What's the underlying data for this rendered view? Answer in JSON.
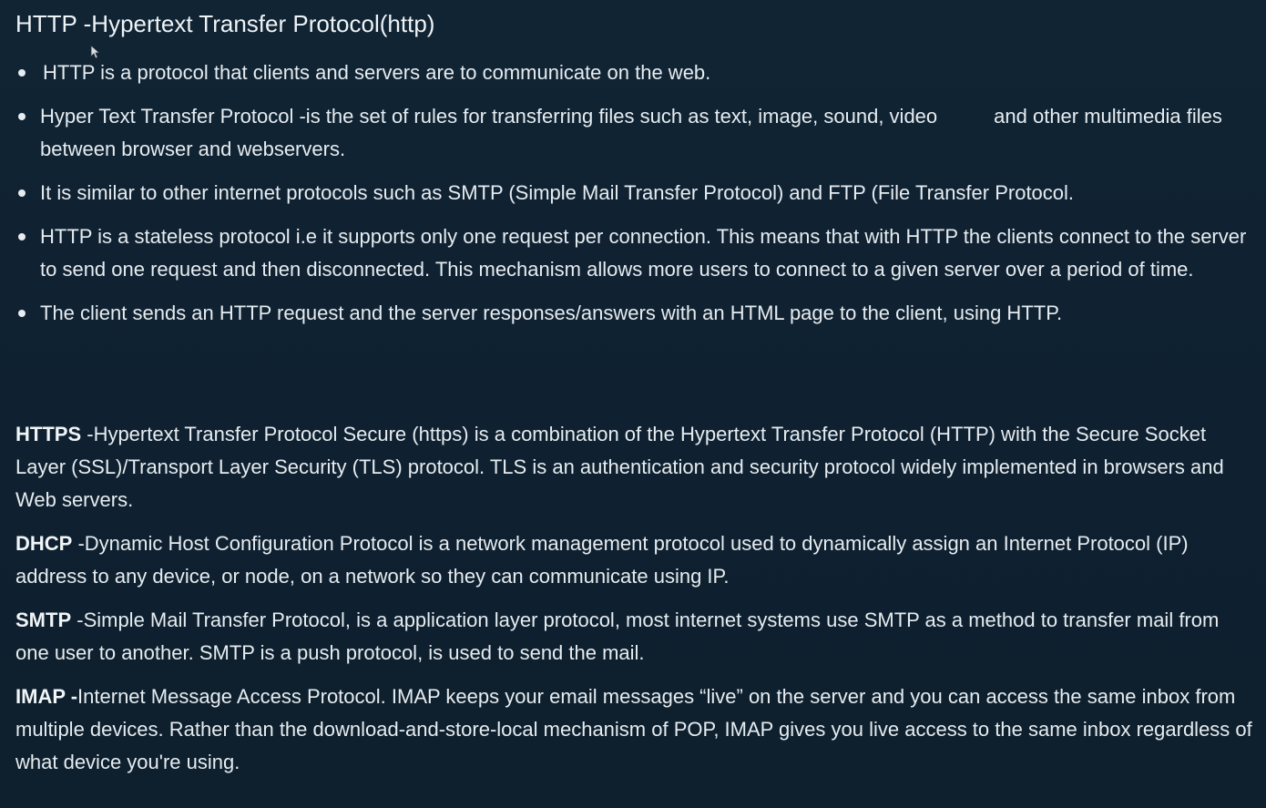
{
  "title": "HTTP -Hypertext Transfer Protocol(http)",
  "bullets": [
    {
      "text": "HTTP is a protocol that clients and servers are to communicate on the web."
    },
    {
      "text_a": "Hyper Text Transfer Protocol -is the set of rules for transferring files such as text, image, sound, video",
      "text_b": "and other multimedia files between browser and webservers."
    },
    {
      "text": "It is similar to other internet protocols such as SMTP (Simple Mail Transfer Protocol) and FTP (File Transfer Protocol."
    },
    {
      "text": "HTTP is a stateless protocol i.e it supports only one request per connection. This means that with HTTP the clients connect to the server to send one request and then disconnected. This mechanism allows more users to connect to a given server over a period of time."
    },
    {
      "text": "The client sends an HTTP request and the server responses/answers with an HTML page to the client, using HTTP."
    }
  ],
  "definitions": [
    {
      "term": "HTTPS",
      "text": " -Hypertext Transfer Protocol Secure (https) is a combination of the Hypertext Transfer Protocol (HTTP) with the Secure Socket Layer (SSL)/Transport Layer Security (TLS) protocol. TLS is an authentication and security protocol widely implemented in browsers and Web servers."
    },
    {
      "term": "DHCP",
      "text": " -Dynamic Host Configuration Protocol is a network management protocol used to dynamically assign an Internet Protocol (IP) address to any device, or node, on a network so they can communicate using IP."
    },
    {
      "term": "SMTP",
      "text": " -Simple Mail Transfer Protocol, is a application layer protocol, most internet systems use SMTP as a method to transfer mail from one user to another. SMTP is a push protocol, is used to send the mail."
    },
    {
      "term": "IMAP -",
      "text": "Internet Message Access Protocol. IMAP keeps your email messages “live” on the server and you can access the same inbox from multiple devices. Rather than the download-and-store-local mechanism of POP, IMAP gives you live access to the same inbox regardless of what device you're using."
    }
  ],
  "colors": {
    "background": "#0f2130",
    "text": "#e6ecf0"
  },
  "icons": {
    "cursor": "mouse-pointer-icon"
  }
}
